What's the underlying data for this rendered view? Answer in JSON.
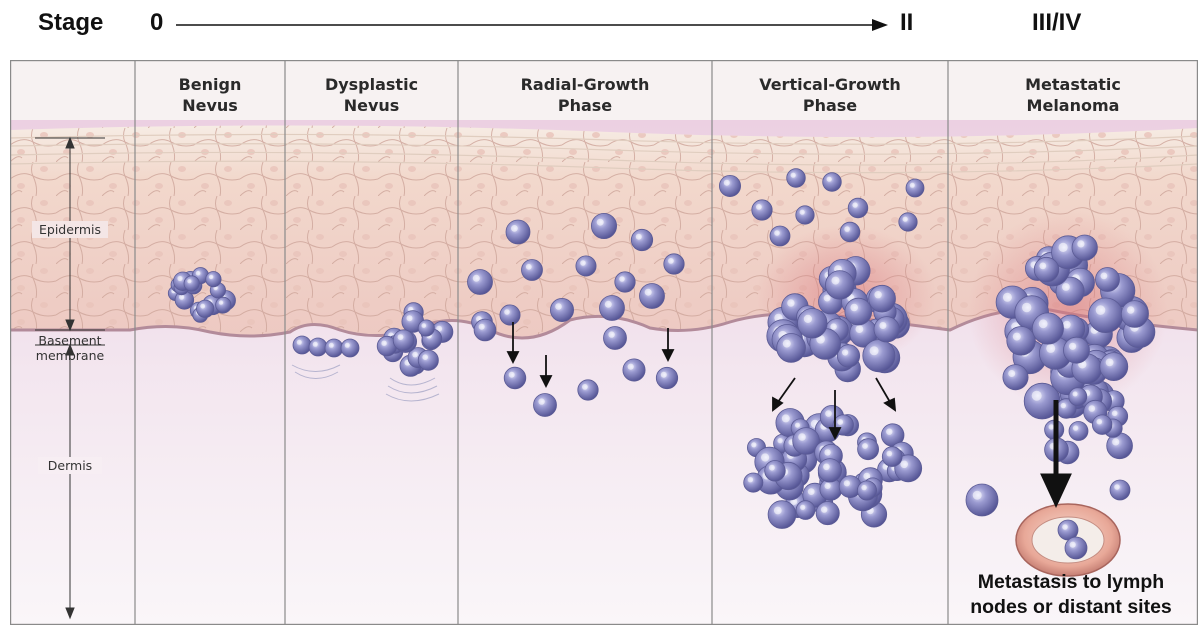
{
  "stage_bar": {
    "label": "Stage",
    "start": "0",
    "mid": "II",
    "end": "III/IV"
  },
  "columns": [
    {
      "title": "Benign\nNevus"
    },
    {
      "title": "Dysplastic\nNevus"
    },
    {
      "title": "Radial-Growth\nPhase"
    },
    {
      "title": "Vertical-Growth\nPhase"
    },
    {
      "title": "Metastatic\nMelanoma"
    }
  ],
  "layers": {
    "epidermis": "Epidermis",
    "basement": "Basement\nmembrane",
    "dermis": "Dermis"
  },
  "annotation": "Metastasis to lymph\nnodes or distant sites",
  "colors": {
    "epidermis": "#f2d3c8",
    "dermis": "#efdce8",
    "cell_fill": "#6f6fb0",
    "cell_highlight": "#c9c9ee",
    "divider": "#8a8a8a",
    "lymph_node": "#e8a898"
  }
}
